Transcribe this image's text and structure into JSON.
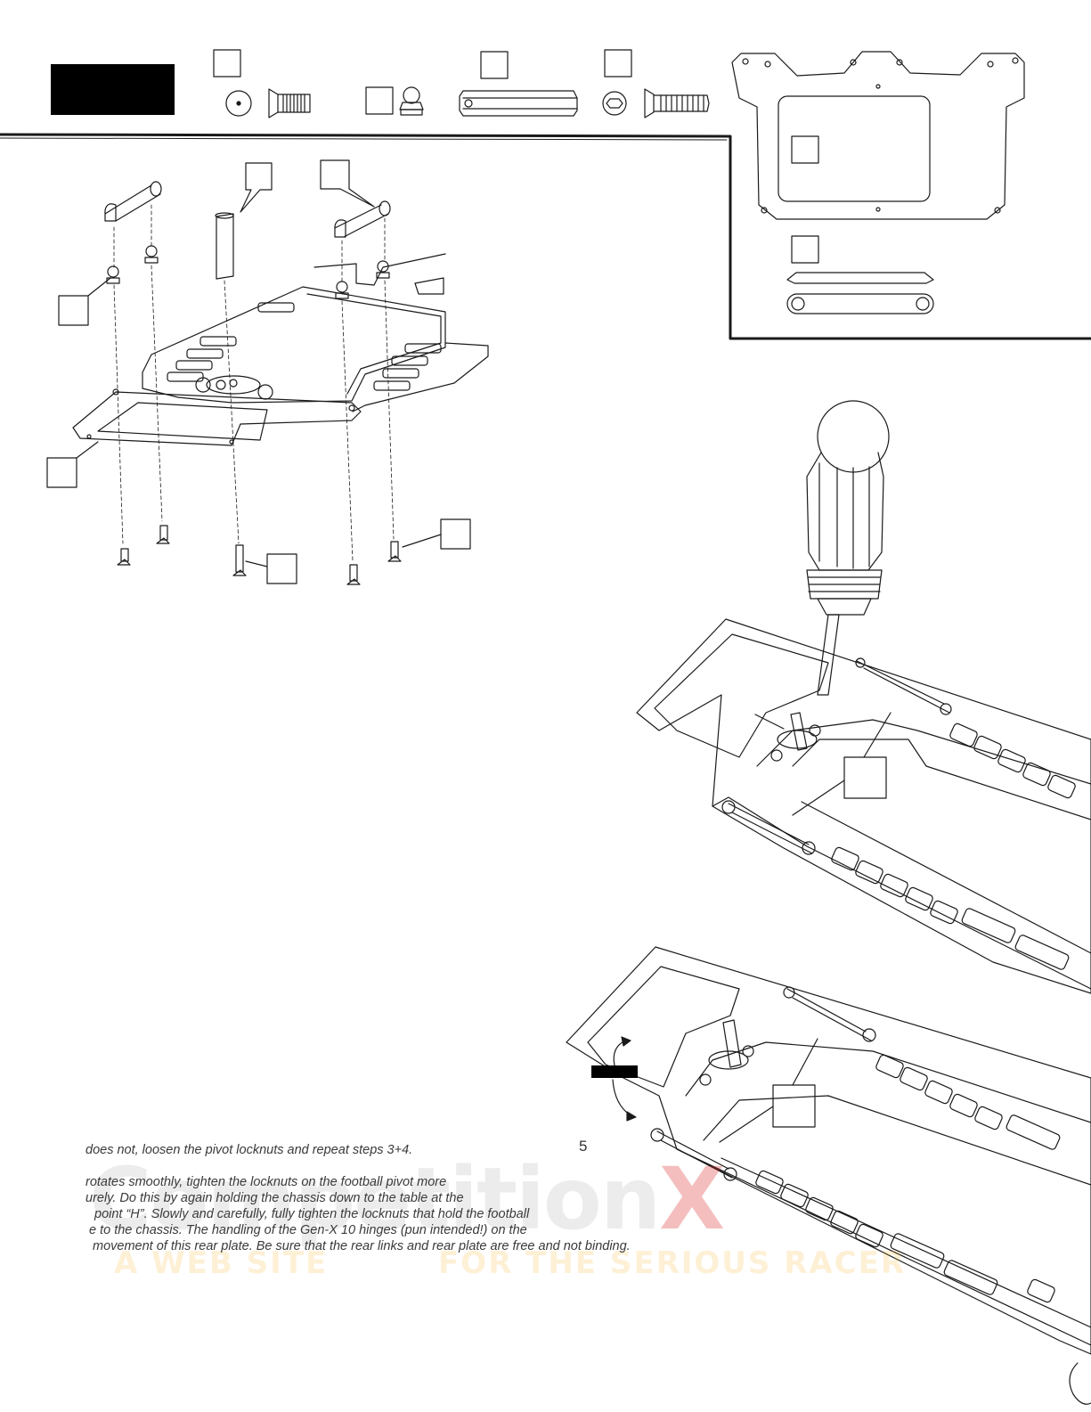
{
  "page_number": "5",
  "instructions": [
    "does not, loosen the pivot locknuts and repeat steps 3+4.",
    "rotates smoothly, tighten the locknuts on the football pivot more",
    "urely. Do this by again holding the chassis down to the table at the",
    "point “H”. Slowly and carefully, fully tighten the locknuts that hold the football",
    "e to the chassis. The handling of the Gen-X 10 hinges (pun intended!) on the",
    "movement of this rear plate. Be sure that the rear links and rear plate are free and not binding."
  ],
  "watermark": {
    "main": "Competition",
    "main_accent": "X",
    "left": "A WEB SITE",
    "right": "FOR THE SERIOUS RACER"
  },
  "colors": {
    "ink": "#1a1a1a",
    "label_box": "#000000",
    "watermark_red": "#dc2828",
    "watermark_gold": "#f5aa14"
  }
}
